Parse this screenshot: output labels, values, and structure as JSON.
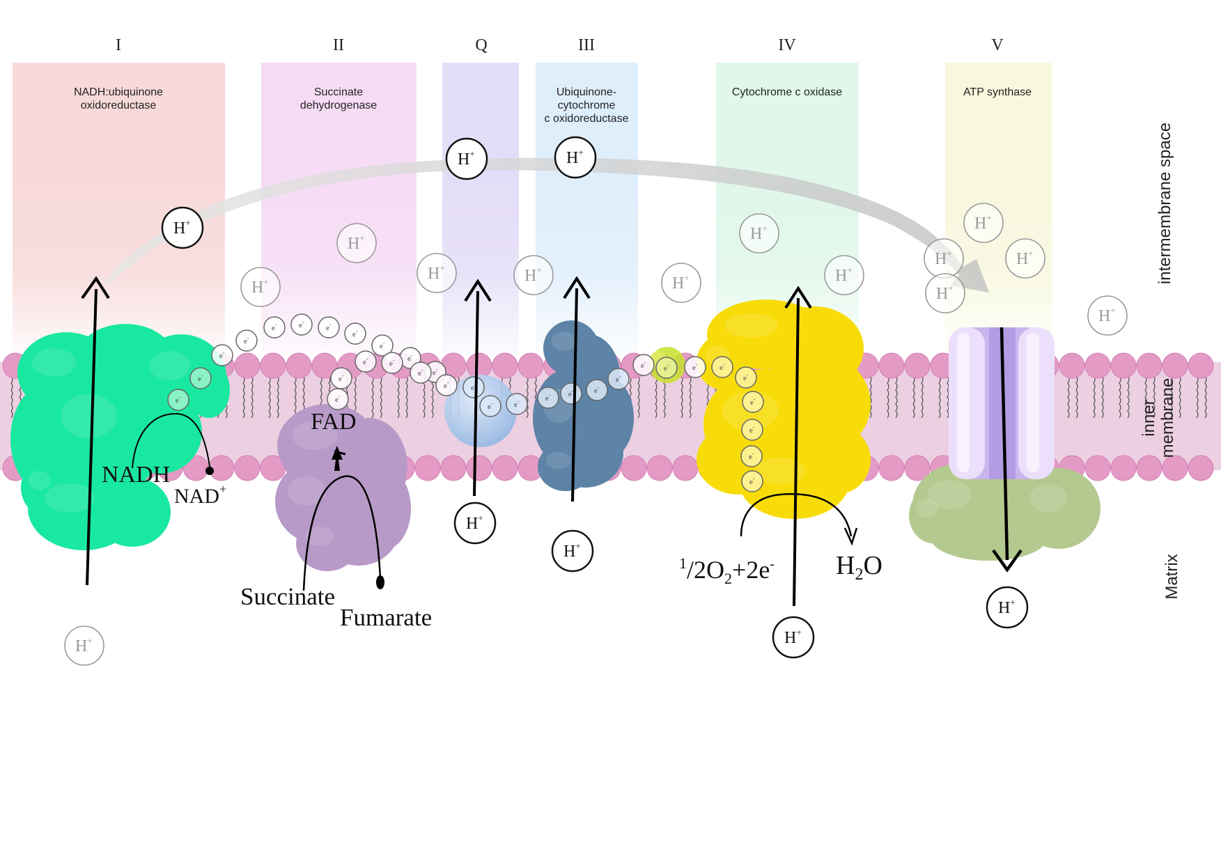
{
  "complexes": [
    {
      "numeral": "I",
      "name_lines": [
        "NADH:ubiquinone",
        "oxidoreductase"
      ],
      "color": "#f8d9d9"
    },
    {
      "numeral": "II",
      "name_lines": [
        "Succinate",
        "dehydrogenase"
      ],
      "color": "#f6dcf5"
    },
    {
      "numeral": "Q",
      "name_lines": [],
      "color": "#e4ddf7"
    },
    {
      "numeral": "III",
      "name_lines": [
        "Ubiquinone-",
        "cytochrome",
        "c oxidoreductase"
      ],
      "color": "#dfeefb"
    },
    {
      "numeral": "IV",
      "name_lines": [
        "Cytochrome c oxidase"
      ],
      "color": "#e0f7ea"
    },
    {
      "numeral": "V",
      "name_lines": [
        "ATP synthase"
      ],
      "color": "#f8f8df"
    }
  ],
  "regions": {
    "intermembrane": "intermembrane space",
    "inner_membrane_line1": "inner",
    "inner_membrane_line2": "membrane",
    "matrix": "Matrix"
  },
  "labels": {
    "proton": "H",
    "proton_charge": "+",
    "electron": "e",
    "electron_charge": "-",
    "nadh": "NADH",
    "nad": "NAD",
    "nad_charge": "+",
    "fad": "FAD",
    "succinate": "Succinate",
    "fumarate": "Fumarate",
    "oxygen_half_num": "1",
    "oxygen_half_den": "/2",
    "oxygen_o": "O",
    "oxygen_sub": "2",
    "oxygen_rest": "+2e",
    "oxygen_charge": "-",
    "water_h": "H",
    "water_sub": "2",
    "water_o": "O"
  },
  "colors": {
    "membrane_band": "#edcfe2",
    "phospholipid_head": "#e39bc6",
    "complex_I": "#19e8a0",
    "complex_II": "#b89ac8",
    "ubiquinone": "#aac9ec",
    "complex_III": "#5d83a6",
    "cytochrome_c": "#c7e02b",
    "complex_IV": "#f7dc0a",
    "atp_synthase_membrane": "#c9b6ee",
    "atp_synthase_matrix": "#b4c98f",
    "proton_gradient_arrow": "#cfcfcf"
  },
  "icons": [
    "proton-circle",
    "electron-circle",
    "arrow-up",
    "arrow-down",
    "curved-reaction-arrow",
    "phospholipid"
  ]
}
